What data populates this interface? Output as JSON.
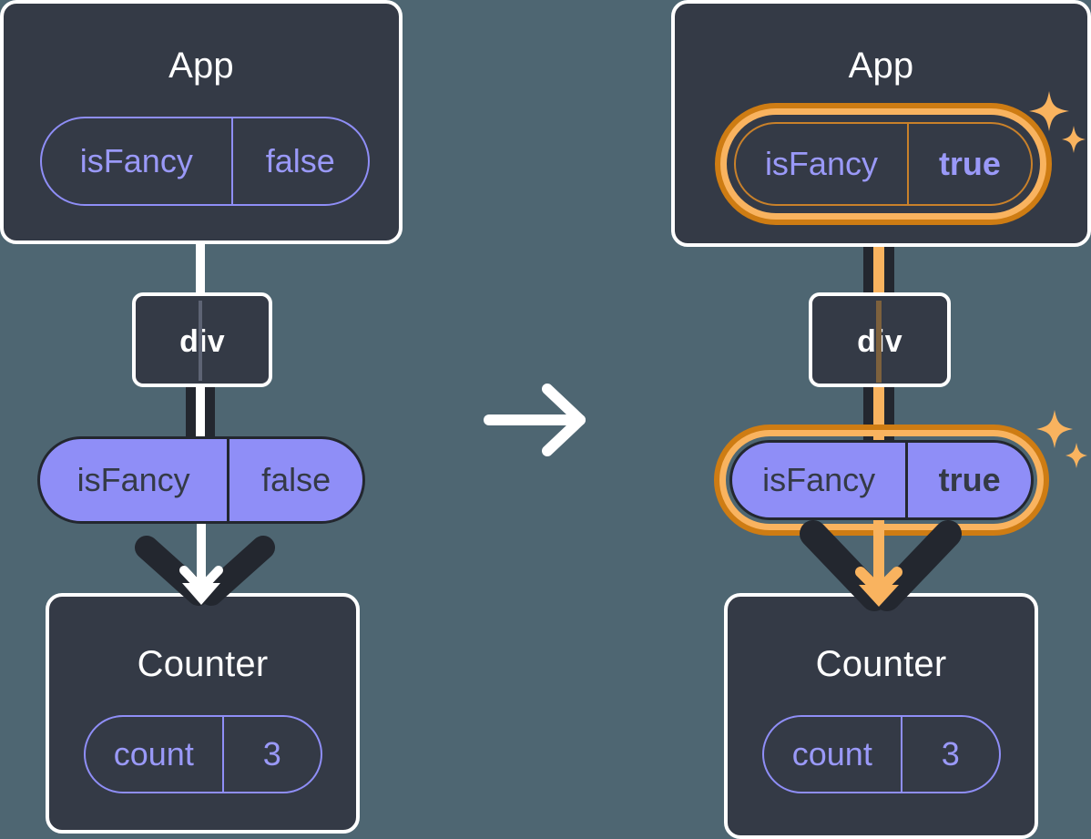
{
  "diagram": {
    "title": "React state propagation before and after toggling isFancy",
    "transition_icon": "arrow-right-icon",
    "colors": {
      "background": "#4e6672",
      "node_fill": "#343a46",
      "node_border": "#ffffff",
      "pill_purple": "#8f8ef7",
      "pill_text_dark": "#343a46",
      "outline_purple": "#8f8ef7",
      "highlight_outer": "#ce7c13",
      "highlight_inner": "#f9b35f",
      "edge_dark": "#23272f",
      "edge_white": "#ffffff",
      "sparkle": "#f9b35f"
    }
  },
  "before": {
    "app": {
      "title": "App",
      "state": {
        "key": "isFancy",
        "value": "false",
        "value_bold": false
      }
    },
    "div": {
      "title": "div"
    },
    "prop": {
      "key": "isFancy",
      "value": "false",
      "value_bold": false
    },
    "counter": {
      "title": "Counter",
      "state": {
        "key": "count",
        "value": "3"
      }
    }
  },
  "after": {
    "app": {
      "title": "App",
      "state": {
        "key": "isFancy",
        "value": "true",
        "value_bold": true
      },
      "highlighted": true,
      "sparkle_icon": "sparkles-icon"
    },
    "div": {
      "title": "div"
    },
    "prop": {
      "key": "isFancy",
      "value": "true",
      "value_bold": true,
      "highlighted": true,
      "sparkle_icon": "sparkles-icon"
    },
    "counter": {
      "title": "Counter",
      "state": {
        "key": "count",
        "value": "3"
      }
    }
  }
}
